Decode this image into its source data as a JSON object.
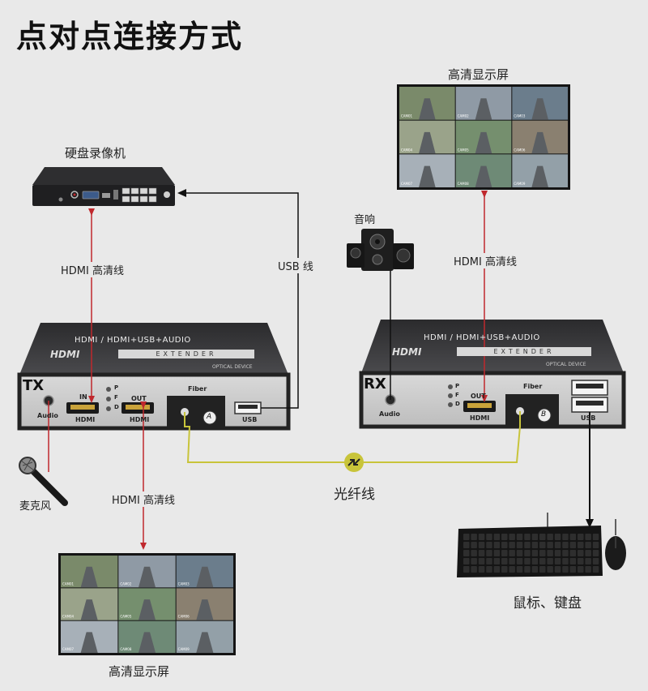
{
  "title": "点对点连接方式",
  "labels": {
    "nvr": "硬盘录像机",
    "monitor_top": "高清显示屏",
    "monitor_bottom": "高清显示屏",
    "speaker": "音响",
    "mic": "麦克风",
    "fiber_cable": "光纤线",
    "mouse_keyboard": "鼠标、键盘",
    "hdmi_link_nvr": "HDMI 高清线",
    "hdmi_link_top": "HDMI 高清线",
    "hdmi_link_bottom": "HDMI 高清线",
    "usb_link": "USB 线"
  },
  "tx": {
    "tag": "TX",
    "banner": "HDMI / HDMI+USB+AUDIO",
    "logo": "HDMI",
    "extender": "EXTENDER",
    "optical": "OPTICAL DEVICE",
    "led_p": "P",
    "led_f": "F",
    "led_d": "D",
    "in_label": "IN",
    "out_label": "OUT",
    "fiber_label": "Fiber",
    "hdmi1": "HDMI",
    "hdmi2": "HDMI",
    "usb": "USB",
    "audio": "Audio",
    "port_mark": "A"
  },
  "rx": {
    "tag": "RX",
    "banner": "HDMI / HDMI+USB+AUDIO",
    "logo": "HDMI",
    "extender": "EXTENDER",
    "optical": "OPTICAL DEVICE",
    "led_p": "P",
    "led_f": "F",
    "led_d": "D",
    "out_label": "OUT",
    "fiber_label": "Fiber",
    "hdmi": "HDMI",
    "usb": "USB",
    "audio": "Audio",
    "port_mark": "B"
  },
  "camera_tiles": [
    "CAM01",
    "CAM02",
    "CAM03",
    "CAM04",
    "CAM05",
    "CAM06",
    "CAM07",
    "CAM08",
    "CAM09"
  ],
  "colors": {
    "hdmi_line": "#c0282d",
    "fiber_line": "#c8c43a",
    "usb_line": "#111111",
    "device_body": "#3a3a3c"
  }
}
